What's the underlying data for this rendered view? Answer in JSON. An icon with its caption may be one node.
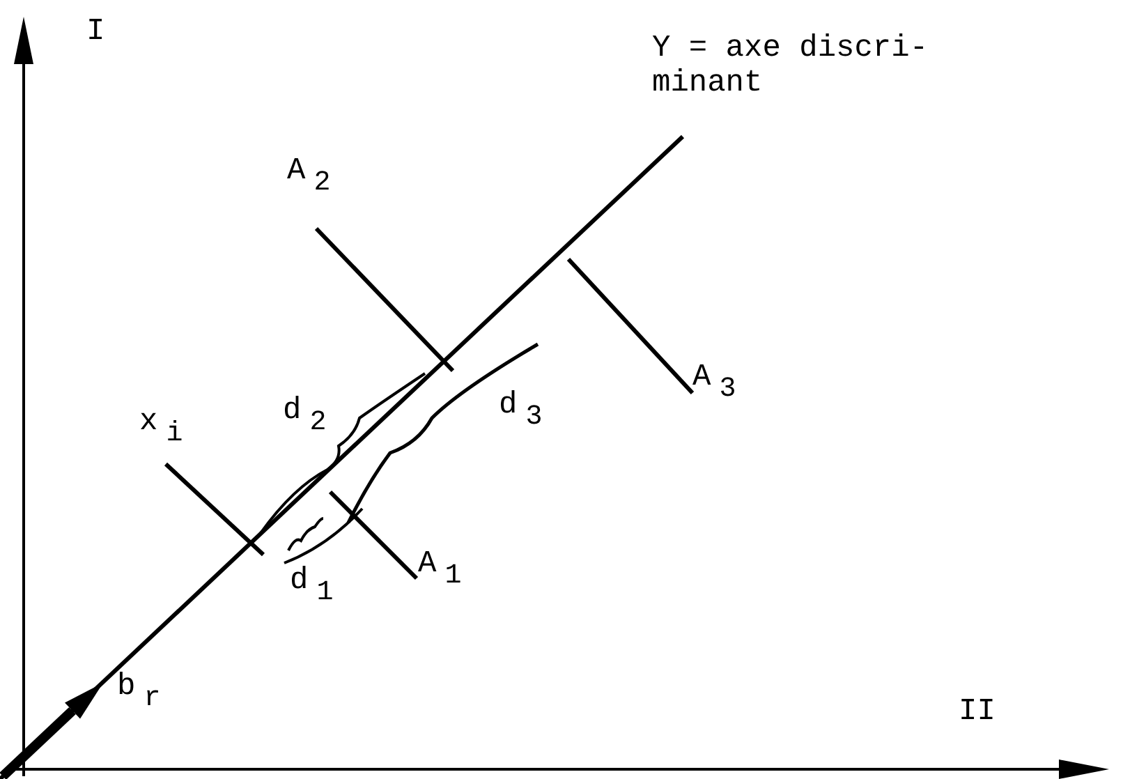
{
  "diagram": {
    "labels": [
      "I",
      "Y = axe discri-minant",
      "A$_{2}$",
      "A$_{3}$",
      "A$_{1}$",
      "x$_{i}$",
      "d$_{2}$",
      "d$_{3}$",
      "d$_{1}$",
      "b$_{r}$",
      "II"
    ]
  }
}
